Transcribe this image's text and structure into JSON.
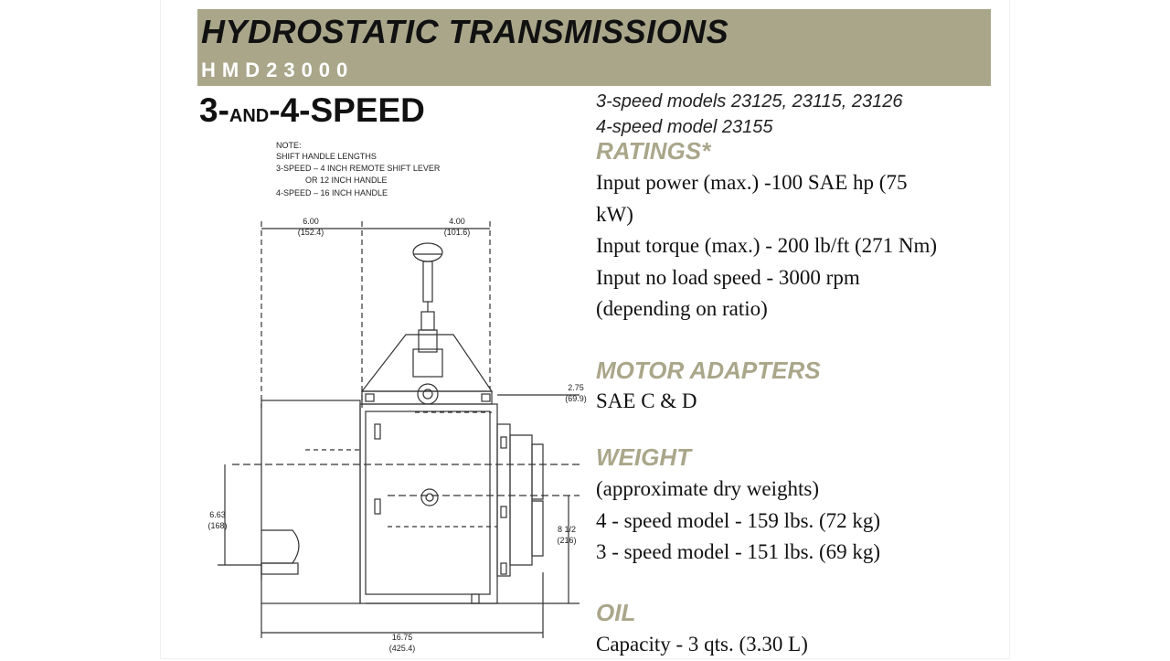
{
  "banner": {
    "title": "HYDROSTATIC TRANSMISSIONS",
    "code": "HMD23000"
  },
  "heading": {
    "part1": "3-",
    "part2": "AND",
    "part3": "-4-SPEED"
  },
  "drawing": {
    "note": [
      "NOTE:",
      "SHIFT HANDLE LENGTHS",
      "3-SPEED – 4 INCH REMOTE SHIFT LEVER",
      "OR 12 INCH HANDLE",
      "4-SPEED – 16 INCH HANDLE"
    ],
    "dim_top_left": {
      "in": "6.00",
      "mm": "(152.4)"
    },
    "dim_top_right": {
      "in": "4.00",
      "mm": "(101.6)"
    },
    "dim_right_upper": {
      "in": "2.75",
      "mm": "(69.9)"
    },
    "dim_left": {
      "in": "6.63",
      "mm": "(168)"
    },
    "dim_right": {
      "in": "8 1/2",
      "mm": "(216)"
    },
    "dim_bottom": {
      "in": "16.75",
      "mm": "(425.4)"
    }
  },
  "models": [
    "3-speed models 23125, 23115, 23126",
    "4-speed model 23155"
  ],
  "ratings": {
    "heading": "RATINGS*",
    "lines": [
      "Input power (max.) -100 SAE hp (75",
      "kW)",
      "Input torque (max.) - 200 lb/ft (271 Nm)",
      "Input no load speed - 3000 rpm",
      "(depending on ratio)"
    ]
  },
  "motor_adapters": {
    "heading": "MOTOR ADAPTERS",
    "lines": [
      "SAE C & D"
    ]
  },
  "weight": {
    "heading": "WEIGHT",
    "lines": [
      "(approximate dry weights)",
      "4 - speed model - 159 lbs. (72 kg)",
      "3 - speed model - 151 lbs. (69 kg)"
    ]
  },
  "oil": {
    "heading": "OIL",
    "lines": [
      "Capacity - 3 qts. (3.30 L)"
    ]
  },
  "colors": {
    "banner": "#a9a68a",
    "section_heading": "#aaa68a",
    "banner_code": "#ffffff"
  }
}
